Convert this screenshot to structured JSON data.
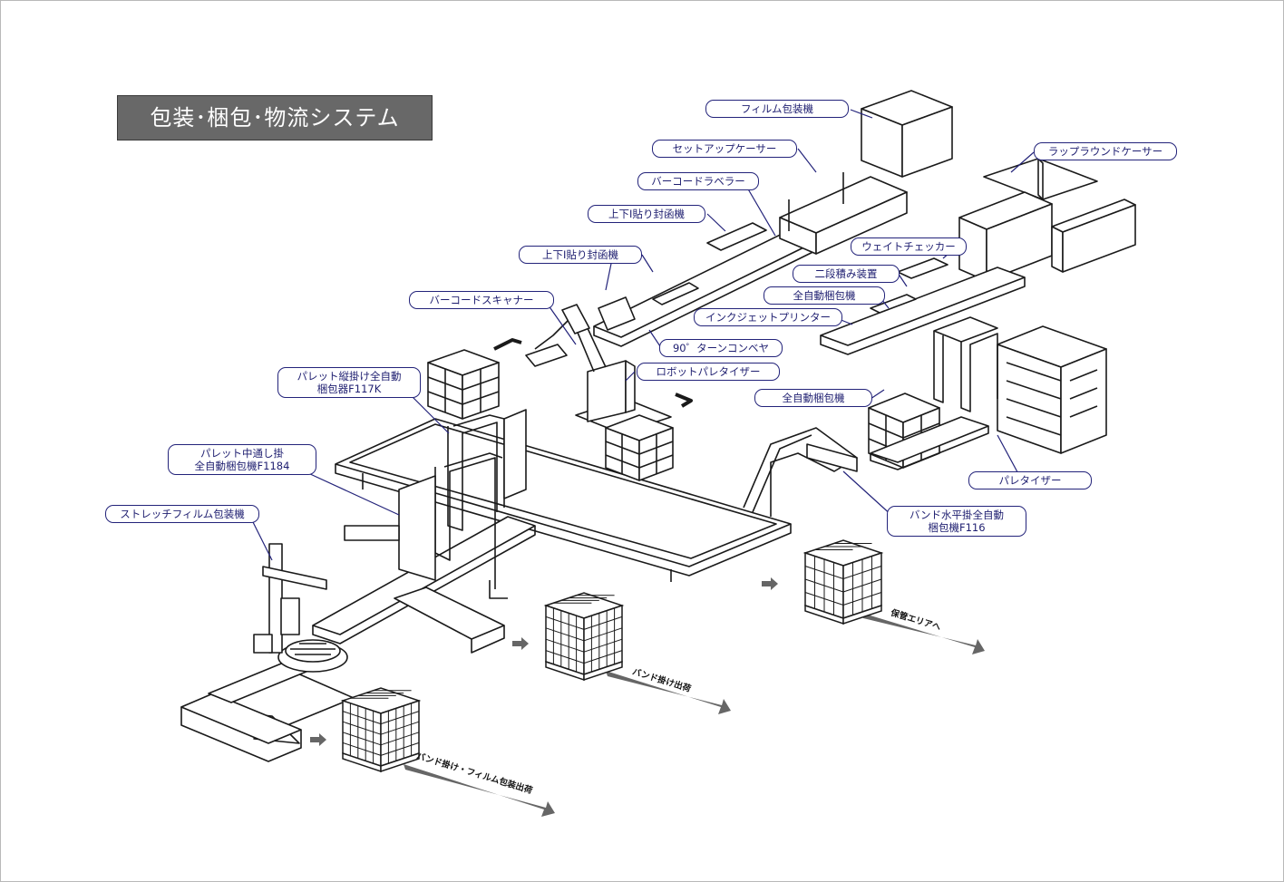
{
  "title": "包装･梱包･物流システム",
  "callouts": {
    "film_wrapper": "フィルム包装機",
    "setup_caser": "セットアップケーサー",
    "barcode_labeler": "バーコードラベラー",
    "sealer_upper": "上下Ⅰ貼り封函機",
    "sealer_lower": "上下Ⅰ貼り封函機",
    "barcode_scanner": "バーコードスキャナー",
    "turn_conveyor": "90゜ターンコンベヤ",
    "robot_palletizer": "ロボットパレタイザー",
    "wraparound_caser": "ラップラウンドケーサー",
    "weight_checker": "ウェイトチェッカー",
    "two_tier_stacker": "二段積み装置",
    "auto_strapper_top": "全自動梱包機",
    "inkjet_printer": "インクジェットプリンター",
    "auto_strapper_mid": "全自動梱包機",
    "palletizer": "パレタイザー",
    "band_horizontal_1": "バンド水平掛全自動",
    "band_horizontal_2": "梱包機F116",
    "pallet_vertical_1": "パレット縦掛け全自動",
    "pallet_vertical_2": "梱包器F117K",
    "pallet_through_1": "パレット中通し掛",
    "pallet_through_2": "全自動梱包機F1184",
    "stretch_wrapper": "ストレッチフィルム包装機"
  },
  "flows": {
    "storage": "保管エリアへ",
    "band_ship": "バンド掛け出荷",
    "band_film_ship": "バンド掛け・フィルム包装出荷"
  },
  "colors": {
    "line": "#1a1a1a",
    "callout_border": "#23237a",
    "title_bg": "#686868",
    "arrow": "#666666"
  }
}
